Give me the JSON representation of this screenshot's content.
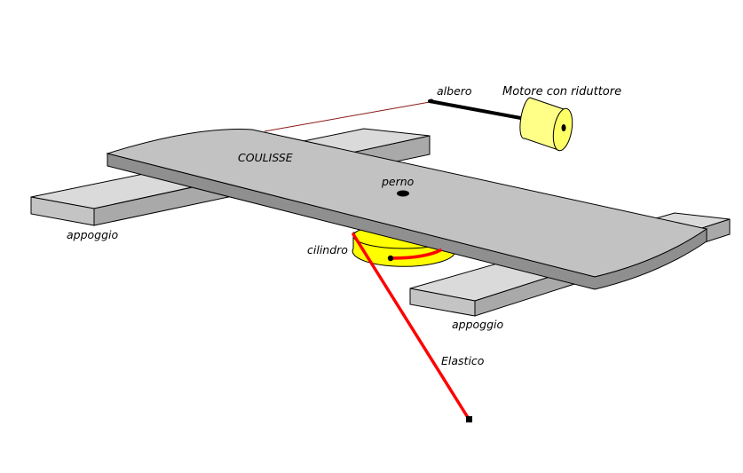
{
  "diagram": {
    "labels": {
      "albero": "albero",
      "motore": "Motore con riduttore",
      "coulisse": "COULISSE",
      "perno": "perno",
      "cilindro": "cilindro",
      "appoggio_left": "appoggio",
      "appoggio_right": "appoggio",
      "elastico": "Elastico"
    },
    "colors": {
      "outline": "#000000",
      "plate_top": "#c2c2c2",
      "plate_front": "#8f8f8f",
      "support_top": "#dadada",
      "support_front": "#a9a9a9",
      "support_end": "#c4c4c4",
      "cylinder_yellow": "#ffff00",
      "motor_yellow": "#ffff88",
      "motor_face": "#ffff66",
      "shaft": "#000000",
      "elastic": "#ff0000",
      "string": "#8b1a1a"
    },
    "icons": {
      "motor": "motor-cylinder",
      "cylinder": "eccentric-cylinder",
      "pivot": "pivot-pin"
    }
  }
}
